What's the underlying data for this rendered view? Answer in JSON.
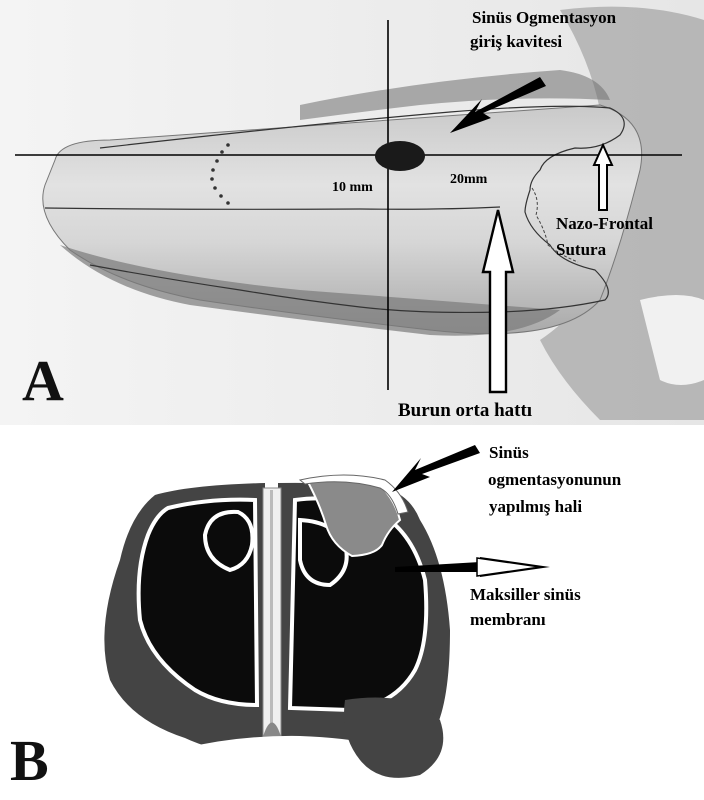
{
  "panel_a": {
    "letter": "A",
    "labels": {
      "cavity_line1": "Sinüs Ogmentasyon",
      "cavity_line2": "giriş kavitesi",
      "suture_line1": "Nazo-Frontal",
      "suture_line2": "Sutura",
      "measure_10": "10 mm",
      "measure_20": "20mm",
      "midline": "Burun orta hattı"
    }
  },
  "panel_b": {
    "letter": "B",
    "labels": {
      "augment_line1": "Sinüs",
      "augment_line2": "ogmentasyonunun",
      "augment_line3": "yapılmış hali",
      "membrane_line1": "Maksiller sinüs",
      "membrane_line2": "membranı"
    }
  }
}
